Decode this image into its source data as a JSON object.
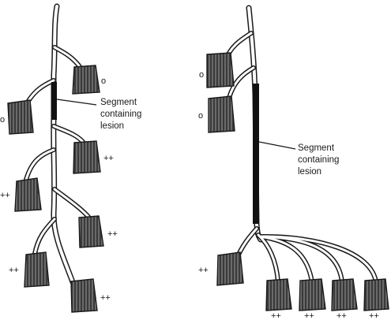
{
  "colors": {
    "background": "#ffffff",
    "outline": "#1a1a1a",
    "muscle_fill": "#555555",
    "lesion": "#111111"
  },
  "left_diagram": {
    "label_lines": [
      "Segment",
      "containing",
      "lesion"
    ],
    "marks": [
      "o",
      "o",
      "++",
      "++",
      "++",
      "++",
      "++"
    ]
  },
  "right_diagram": {
    "label_lines": [
      "Segment",
      "containing",
      "lesion"
    ],
    "marks": [
      "o",
      "o",
      "++",
      "++",
      "++",
      "++",
      "++"
    ]
  }
}
